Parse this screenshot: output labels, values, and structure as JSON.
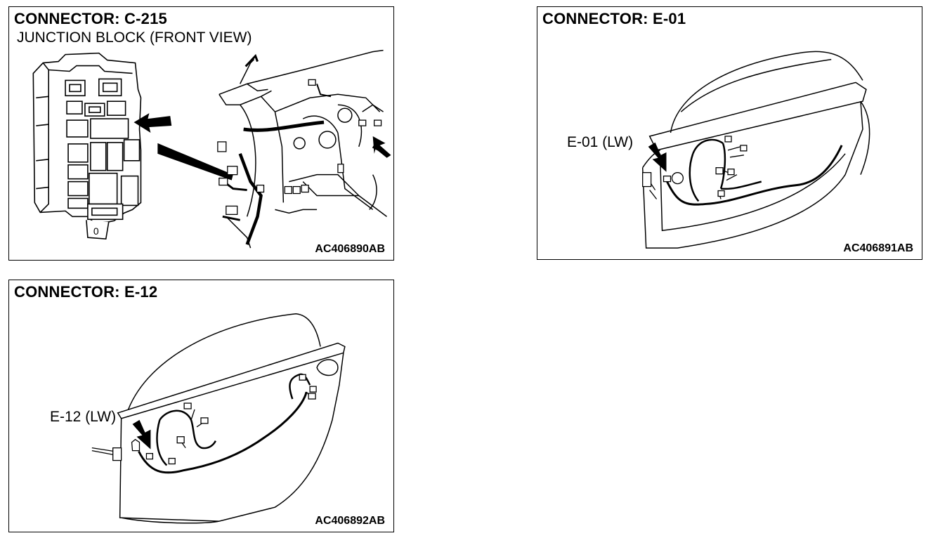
{
  "panels": [
    {
      "title": "CONNECTOR: C-215",
      "subtitle": "JUNCTION BLOCK (FRONT VIEW)",
      "code": "AC406890AB"
    },
    {
      "title": "CONNECTOR: E-01",
      "callout": "E-01 (LW)",
      "code": "AC406891AB"
    },
    {
      "title": "CONNECTOR: E-12",
      "callout": "E-12 (LW)",
      "code": "AC406892AB"
    }
  ],
  "icons": {
    "arrow": "pointer-arrow-icon",
    "connector": "connector-icon",
    "harness": "wire-harness-icon"
  }
}
